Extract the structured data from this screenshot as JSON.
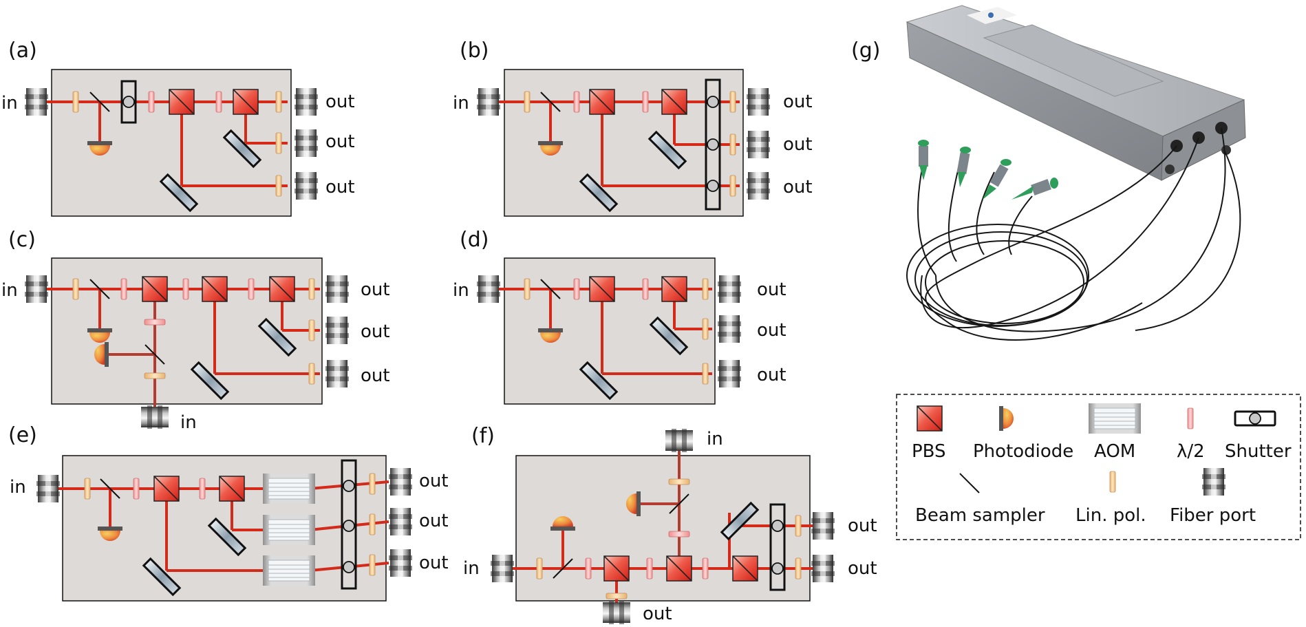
{
  "panels": {
    "a": {
      "label": "(a)",
      "in": [
        "in"
      ],
      "out": [
        "out",
        "out",
        "out"
      ]
    },
    "b": {
      "label": "(b)",
      "in": [
        "in"
      ],
      "out": [
        "out",
        "out",
        "out"
      ]
    },
    "c": {
      "label": "(c)",
      "in": [
        "in",
        "in"
      ],
      "out": [
        "out",
        "out",
        "out"
      ]
    },
    "d": {
      "label": "(d)",
      "in": [
        "in"
      ],
      "out": [
        "out",
        "out",
        "out"
      ]
    },
    "e": {
      "label": "(e)",
      "in": [
        "in"
      ],
      "out": [
        "out",
        "out",
        "out"
      ]
    },
    "f": {
      "label": "(f)",
      "in": [
        "in",
        "in"
      ],
      "out": [
        "out",
        "out",
        "out"
      ]
    },
    "g": {
      "label": "(g)"
    }
  },
  "legend": {
    "pbs": "PBS",
    "photodiode": "Photodiode",
    "aom": "AOM",
    "half_wave": "λ/2",
    "shutter": "Shutter",
    "beam_sampler": "Beam sampler",
    "lin_pol": "Lin. pol.",
    "fiber_port": "Fiber port"
  },
  "colors": {
    "beam": "#d42a1a",
    "board": "#dedad8",
    "pbs": "#e8463a",
    "polarizer": "#f0c896",
    "waveplate": "#f1a3a3"
  }
}
